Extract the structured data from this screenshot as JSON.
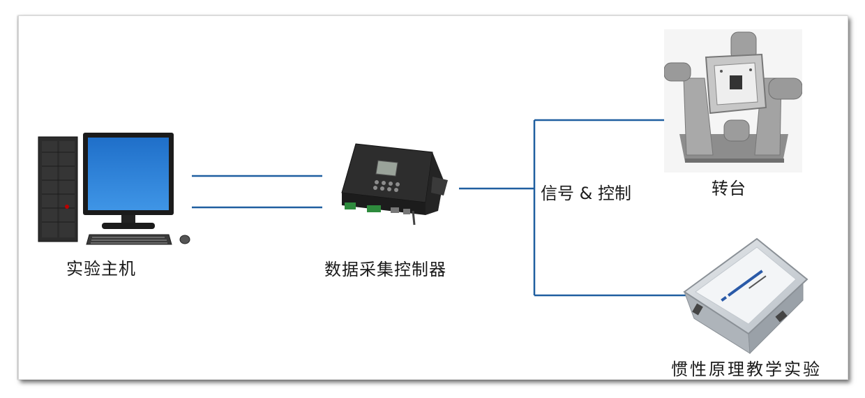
{
  "diagram": {
    "nodes": {
      "host": {
        "label": "实验主机",
        "icon": "desktop-computer-icon"
      },
      "controller": {
        "label": "数据采集控制器",
        "icon": "data-acquisition-controller-icon"
      },
      "turntable": {
        "label": "转台",
        "icon": "turntable-icon"
      },
      "inertia_box": {
        "label": "惯性原理教学实验",
        "icon": "instrument-case-icon"
      }
    },
    "connections": {
      "signal_label": "信号 & 控制"
    },
    "colors": {
      "wire": "#1f5fa0",
      "monitor_screen": "#2f7fd6",
      "device_dark": "#2b2b2b",
      "case_silver": "#cfd4da"
    }
  }
}
